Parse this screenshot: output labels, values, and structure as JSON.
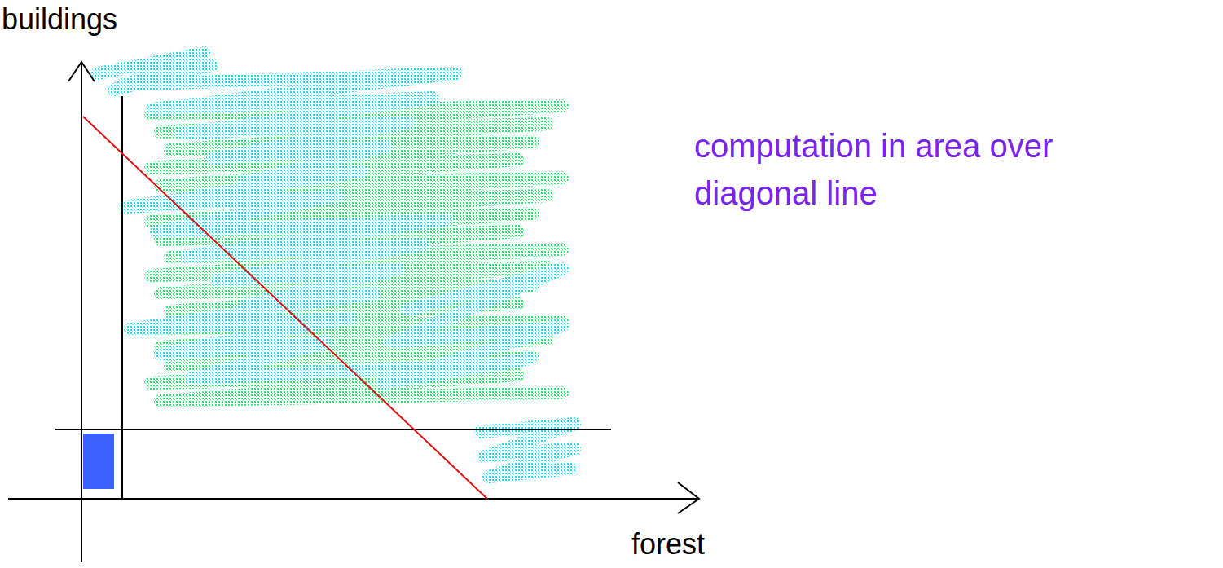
{
  "diagram": {
    "labels": [
      "buildings",
      "forest",
      "computation in area over diagonal line"
    ]
  }
}
